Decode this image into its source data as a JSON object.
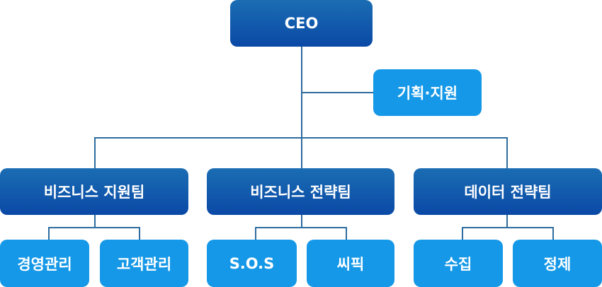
{
  "ceo": "CEO",
  "staff": "기획·지원",
  "teams": [
    {
      "name": "비즈니스 지원팀",
      "units": [
        "경영관리",
        "고객관리"
      ]
    },
    {
      "name": "비즈니스 전략팀",
      "units": [
        "S.O.S",
        "씨픽"
      ]
    },
    {
      "name": "데이터 전략팀",
      "units": [
        "수집",
        "정제"
      ]
    }
  ],
  "colors": {
    "dark_box": "#0a49a6",
    "light_box": "#1598e7",
    "line": "#2d6c9f"
  }
}
